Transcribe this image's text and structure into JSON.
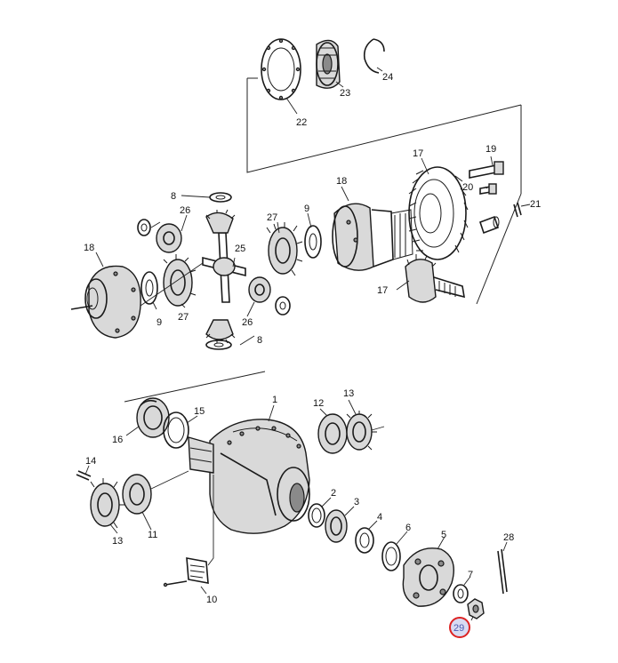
{
  "callouts": {
    "c22": "22",
    "c23": "23",
    "c24": "24",
    "c19": "19",
    "c20": "20",
    "c21": "21",
    "c17a": "17",
    "c17b": "17",
    "c18a": "18",
    "c18b": "18",
    "c8a": "8",
    "c8b": "8",
    "c26a": "26",
    "c26b": "26",
    "c27a": "27",
    "c27b": "27",
    "c9a": "9",
    "c9b": "9",
    "c25": "25",
    "c1": "1",
    "c2": "2",
    "c3": "3",
    "c4": "4",
    "c5": "5",
    "c6": "6",
    "c7": "7",
    "c10": "10",
    "c11": "11",
    "c12": "12",
    "c13a": "13",
    "c13b": "13",
    "c14": "14",
    "c15": "15",
    "c16": "16",
    "c28": "28"
  },
  "highlighted_callout": "29",
  "colors": {
    "highlight_ring": "#dd2222",
    "highlight_fill": "#d8dbf2",
    "line": "#1a1a1a"
  }
}
